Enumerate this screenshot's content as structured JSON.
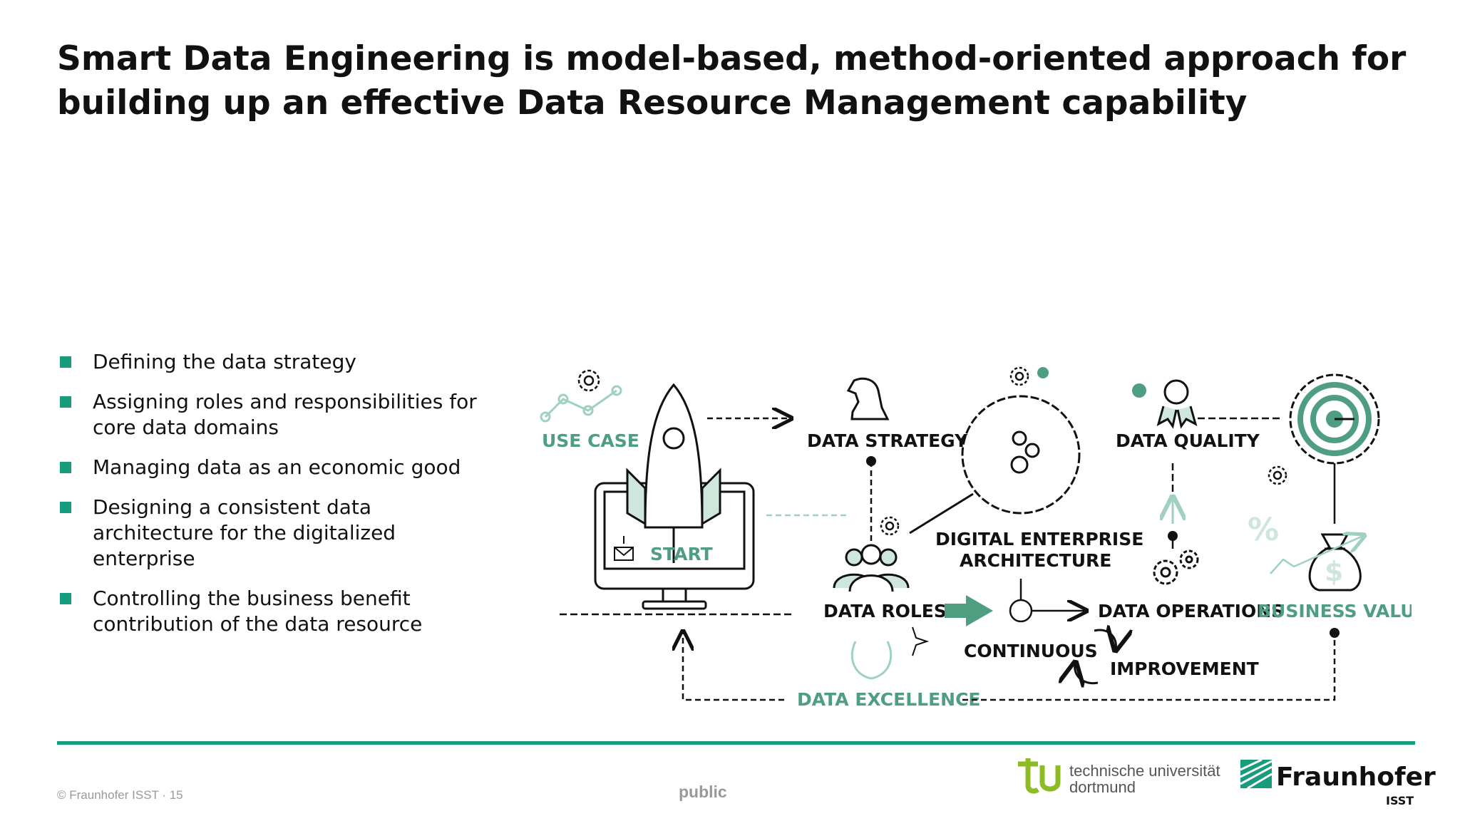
{
  "title": {
    "line1": "Smart Data Engineering is model-based, method-oriented approach for",
    "line2": "building up an effective Data Resource Management capability"
  },
  "bullets": [
    {
      "line1": "Defining the data strategy",
      "line2": "",
      "line3": ""
    },
    {
      "line1": "Assigning roles and responsibilities for",
      "line2": "core data domains",
      "line3": ""
    },
    {
      "line1": "Managing data as an economic good",
      "line2": "",
      "line3": ""
    },
    {
      "line1": "Designing a consistent data",
      "line2": "architecture for the digitalized",
      "line3": "enterprise"
    },
    {
      "line1": "Controlling the business benefit",
      "line2": "contribution of the data resource",
      "line3": ""
    }
  ],
  "diagram": {
    "use_case": "USE CASE",
    "start": "START",
    "data_strategy": "DATA STRATEGY",
    "data_quality": "DATA QUALITY",
    "digital_enterprise_1": "DIGITAL ENTERPRISE",
    "digital_enterprise_2": "ARCHITECTURE",
    "data_roles": "DATA ROLES",
    "data_operations": "DATA OPERATIONS",
    "business_value": "BUSINESS VALUE",
    "continuous": "CONTINUOUS",
    "improvement": "IMPROVEMENT",
    "data_excellence": "DATA EXCELLENCE"
  },
  "footer": {
    "copyright": "© Fraunhofer ISST · 15",
    "classification": "public",
    "tu_line1": "technische universität",
    "tu_line2": "dortmund",
    "fraunhofer": "Fraunhofer",
    "isst": "ISST"
  },
  "colors": {
    "accent": "#179c7d",
    "diagram_green": "#4f9e82",
    "diagram_tint": "#cfe6dc"
  }
}
